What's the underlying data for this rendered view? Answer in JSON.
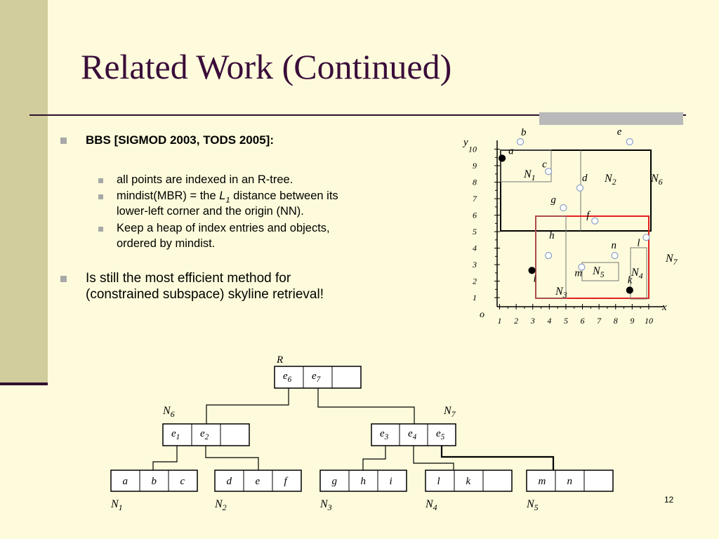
{
  "slide": {
    "title": "Related Work (Continued)",
    "page_number": "12",
    "bullets": [
      {
        "text": "BBS [SIGMOD 2003, TODS 2005]:"
      },
      {
        "text": "all points are indexed in an R-tree."
      },
      {
        "prefix": "mindist(MBR) = the ",
        "italic": "L",
        "sub": "1",
        "suffix": " distance between its",
        "line2": "lower-left corner and the origin (NN)."
      },
      {
        "line1": "Keep a heap of index entries and objects,",
        "line2": "ordered by mindist."
      },
      {
        "line1": "Is still the most efficient method for",
        "line2": "(constrained subspace) skyline retrieval!"
      }
    ]
  },
  "plot": {
    "x_axis_label": "x",
    "y_axis_label": "y",
    "origin_label": "o",
    "x_ticks": [
      "1",
      "2",
      "3",
      "4",
      "5",
      "6",
      "7",
      "8",
      "9",
      "10"
    ],
    "y_ticks": [
      "1",
      "2",
      "3",
      "4",
      "5",
      "6",
      "7",
      "8",
      "9",
      "10"
    ],
    "points": [
      {
        "label": "a",
        "x": 0.3,
        "y": 9.0,
        "filled": true
      },
      {
        "label": "b",
        "x": 1.4,
        "y": 10.0,
        "filled": false
      },
      {
        "label": "c",
        "x": 3.1,
        "y": 8.2,
        "filled": false
      },
      {
        "label": "d",
        "x": 5.0,
        "y": 7.2,
        "filled": false
      },
      {
        "label": "e",
        "x": 8.0,
        "y": 10.0,
        "filled": false
      },
      {
        "label": "f",
        "x": 5.9,
        "y": 5.2,
        "filled": false
      },
      {
        "label": "g",
        "x": 4.0,
        "y": 6.0,
        "filled": false
      },
      {
        "label": "h",
        "x": 3.1,
        "y": 3.1,
        "filled": false
      },
      {
        "label": "i",
        "x": 2.1,
        "y": 2.2,
        "filled": true
      },
      {
        "label": "k",
        "x": 8.0,
        "y": 1.0,
        "filled": true
      },
      {
        "label": "l",
        "x": 9.0,
        "y": 4.2,
        "filled": false
      },
      {
        "label": "m",
        "x": 5.1,
        "y": 2.4,
        "filled": false
      },
      {
        "label": "n",
        "x": 7.1,
        "y": 3.1,
        "filled": false
      }
    ],
    "mbr_labels": [
      {
        "base": "N",
        "sub": "1"
      },
      {
        "base": "N",
        "sub": "2"
      },
      {
        "base": "N",
        "sub": "3"
      },
      {
        "base": "N",
        "sub": "4"
      },
      {
        "base": "N",
        "sub": "5"
      },
      {
        "base": "N",
        "sub": "6"
      },
      {
        "base": "N",
        "sub": "7"
      }
    ]
  },
  "tree": {
    "root_label": "R",
    "root": [
      {
        "base": "e",
        "sub": "6"
      },
      {
        "base": "e",
        "sub": "7"
      },
      {
        "base": "",
        "sub": ""
      }
    ],
    "n6": {
      "label": {
        "base": "N",
        "sub": "6"
      },
      "entries": [
        {
          "base": "e",
          "sub": "1"
        },
        {
          "base": "e",
          "sub": "2"
        },
        {
          "base": "",
          "sub": ""
        }
      ]
    },
    "n7": {
      "label": {
        "base": "N",
        "sub": "7"
      },
      "entries": [
        {
          "base": "e",
          "sub": "3"
        },
        {
          "base": "e",
          "sub": "4"
        },
        {
          "base": "e",
          "sub": "5"
        }
      ]
    },
    "leaves": [
      {
        "label": {
          "base": "N",
          "sub": "1"
        },
        "entries": [
          "a",
          "b",
          "c"
        ]
      },
      {
        "label": {
          "base": "N",
          "sub": "2"
        },
        "entries": [
          "d",
          "e",
          "f"
        ]
      },
      {
        "label": {
          "base": "N",
          "sub": "3"
        },
        "entries": [
          "g",
          "h",
          "i"
        ]
      },
      {
        "label": {
          "base": "N",
          "sub": "4"
        },
        "entries": [
          "l",
          "k",
          ""
        ]
      },
      {
        "label": {
          "base": "N",
          "sub": "5"
        },
        "entries": [
          "m",
          "n",
          ""
        ]
      }
    ]
  },
  "colors": {
    "title": "#3a0d3a",
    "sidebar": "#d1cd9c",
    "background": "#fdfbdb",
    "mbr_highlight": "#e02020"
  }
}
